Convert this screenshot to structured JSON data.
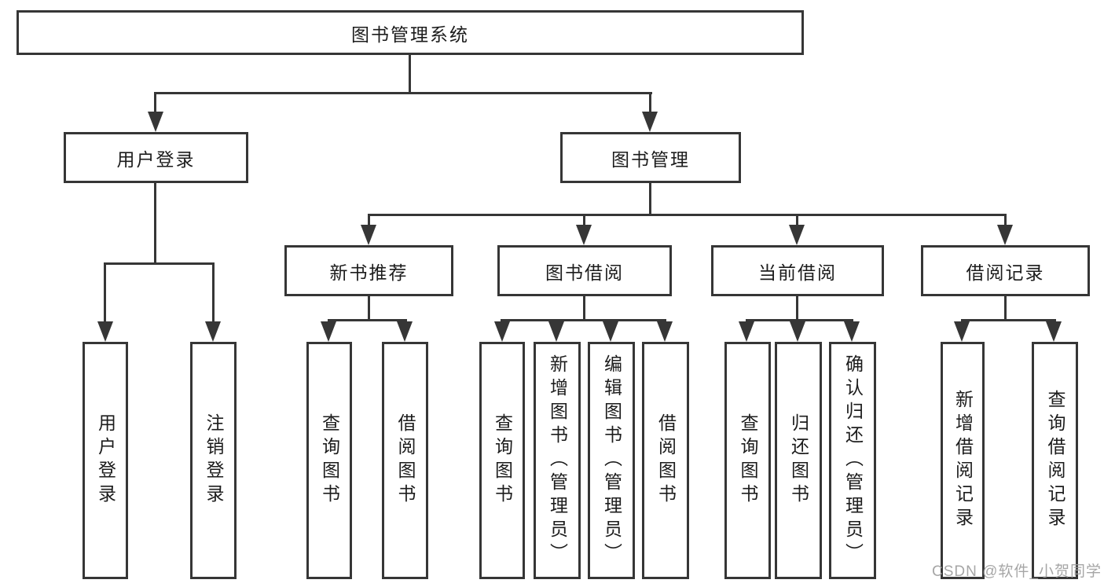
{
  "colors": {
    "line": "#363636",
    "box_border": "#363636",
    "text": "#1c1c1c",
    "watermark": "#9e9e9e",
    "background": "#ffffff"
  },
  "watermark": {
    "text": "CSDN @软件_小贺同学"
  },
  "tree": {
    "root": {
      "label": "图书管理系统",
      "children": [
        {
          "label": "用户登录",
          "children": [
            {
              "label": "用户登录"
            },
            {
              "label": "注销登录"
            }
          ]
        },
        {
          "label": "图书管理",
          "children": [
            {
              "label": "新书推荐",
              "children": [
                {
                  "label": "查询图书"
                },
                {
                  "label": "借阅图书"
                }
              ]
            },
            {
              "label": "图书借阅",
              "children": [
                {
                  "label": "查询图书"
                },
                {
                  "label": "新增图书（管理员）"
                },
                {
                  "label": "编辑图书（管理员）"
                },
                {
                  "label": "借阅图书"
                }
              ]
            },
            {
              "label": "当前借阅",
              "children": [
                {
                  "label": "查询图书"
                },
                {
                  "label": "归还图书"
                },
                {
                  "label": "确认归还（管理员）"
                }
              ]
            },
            {
              "label": "借阅记录",
              "children": [
                {
                  "label": "新增借阅记录"
                },
                {
                  "label": "查询借阅记录"
                }
              ]
            }
          ]
        }
      ]
    }
  }
}
